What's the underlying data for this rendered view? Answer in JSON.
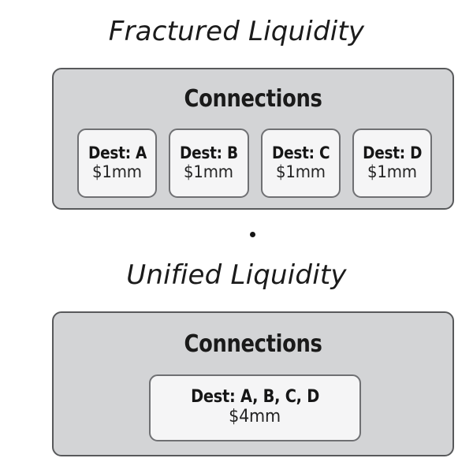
{
  "figure": {
    "background_color": "#ffffff",
    "panel_fill_color": "#d3d4d6",
    "panel_border_color": "#58595b",
    "card_fill_color": "#f5f5f6",
    "card_border_color": "#6f7073",
    "text_color": "#1a1a1a"
  },
  "separator": {
    "glyph_name": "bullet-dot",
    "color": "#151515"
  },
  "sections": [
    {
      "id": "fractured",
      "title": "Fractured Liquidity",
      "panel_heading": "Connections",
      "cards": [
        {
          "label": "Dest: A",
          "amount": "$1mm"
        },
        {
          "label": "Dest: B",
          "amount": "$1mm"
        },
        {
          "label": "Dest: C",
          "amount": "$1mm"
        },
        {
          "label": "Dest: D",
          "amount": "$1mm"
        }
      ]
    },
    {
      "id": "unified",
      "title": "Unified Liquidity",
      "panel_heading": "Connections",
      "cards": [
        {
          "label": "Dest: A, B, C, D",
          "amount": "$4mm"
        }
      ]
    }
  ]
}
